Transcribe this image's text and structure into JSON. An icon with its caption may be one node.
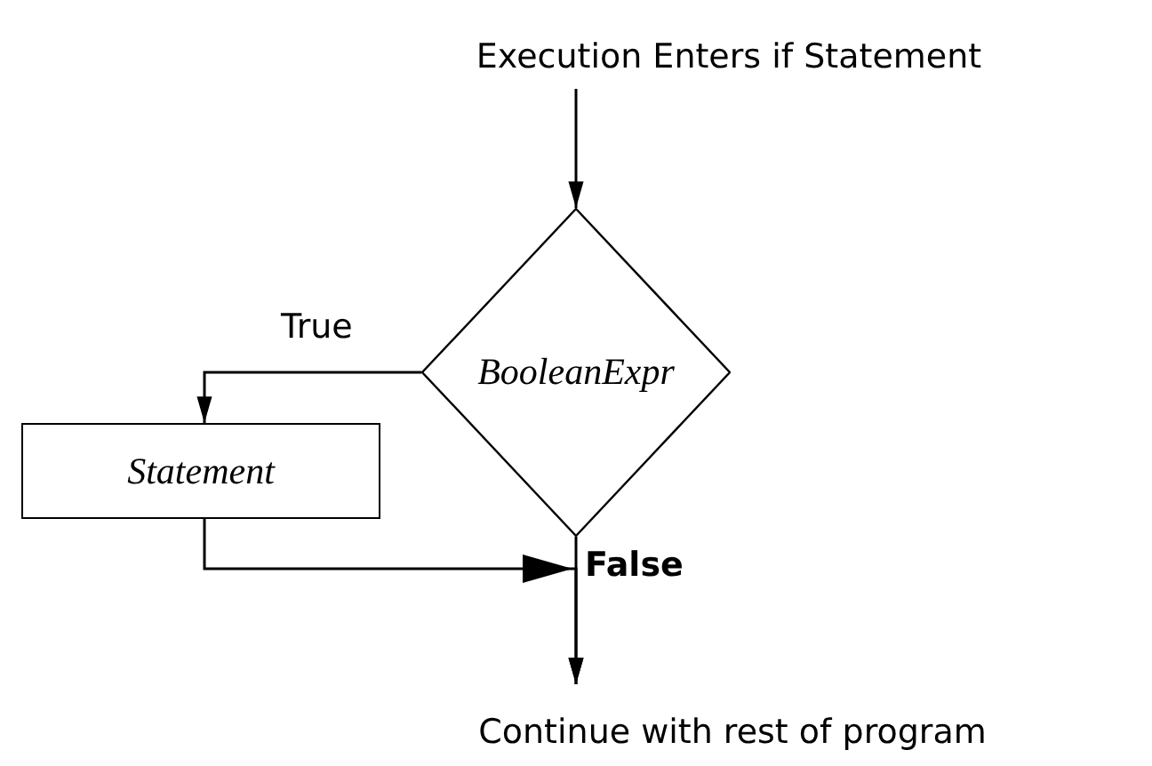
{
  "diagram": {
    "nodes": [
      {
        "text": [
          "Execution Enters if Statement"
        ]
      },
      {
        "text": [
          "BooleanExpr"
        ]
      },
      {
        "text": [
          "Statement"
        ]
      },
      {
        "text": [
          "Continue with rest of program"
        ]
      }
    ],
    "edges": [
      {
        "from": 0,
        "to": 1,
        "arrow": "to"
      },
      {
        "from": 1,
        "to": 2,
        "arrow": "to",
        "label": "True"
      },
      {
        "from": 1,
        "to": 3,
        "arrow": "to",
        "label": "False"
      },
      {
        "from": 2,
        "to": 3,
        "arrow": "to"
      }
    ]
  }
}
